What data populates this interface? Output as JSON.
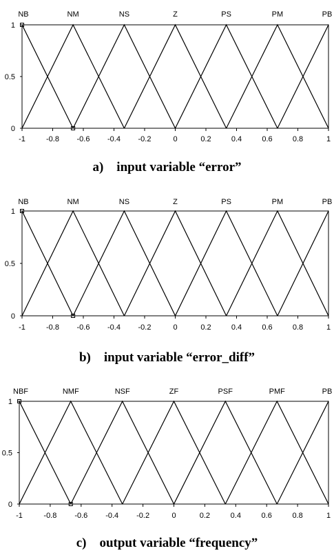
{
  "chart_data": [
    {
      "type": "line",
      "caption": "a)    input variable “error”",
      "x_ticks": [
        "-1",
        "-0.8",
        "-0.6",
        "-0.4",
        "-0.2",
        "0",
        "0.2",
        "0.4",
        "0.6",
        "0.8",
        "1"
      ],
      "y_ticks": [
        "0",
        "0.5",
        "1"
      ],
      "xlim": [
        -1,
        1
      ],
      "ylim": [
        0,
        1
      ],
      "membership_functions": [
        {
          "name": "NB",
          "points": [
            [
              -1.333,
              0
            ],
            [
              -1,
              1
            ],
            [
              -0.667,
              0
            ]
          ]
        },
        {
          "name": "NM",
          "points": [
            [
              -1,
              0
            ],
            [
              -0.667,
              1
            ],
            [
              -0.333,
              0
            ]
          ]
        },
        {
          "name": "NS",
          "points": [
            [
              -0.667,
              0
            ],
            [
              -0.333,
              1
            ],
            [
              0,
              0
            ]
          ]
        },
        {
          "name": "Z",
          "points": [
            [
              -0.333,
              0
            ],
            [
              0,
              1
            ],
            [
              0.333,
              0
            ]
          ]
        },
        {
          "name": "PS",
          "points": [
            [
              0,
              0
            ],
            [
              0.333,
              1
            ],
            [
              0.667,
              0
            ]
          ]
        },
        {
          "name": "PM",
          "points": [
            [
              0.333,
              0
            ],
            [
              0.667,
              1
            ],
            [
              1,
              0
            ]
          ]
        },
        {
          "name": "PB",
          "points": [
            [
              0.667,
              0
            ],
            [
              1,
              1
            ],
            [
              1.333,
              0
            ]
          ]
        }
      ],
      "markers": [
        [
          -1,
          1
        ],
        [
          -0.667,
          0
        ]
      ]
    },
    {
      "type": "line",
      "caption": "b)    input variable “error_diff”",
      "x_ticks": [
        "-1",
        "-0.8",
        "-0.6",
        "-0.4",
        "-0.2",
        "0",
        "0.2",
        "0.4",
        "0.6",
        "0.8",
        "1"
      ],
      "y_ticks": [
        "0",
        "0.5",
        "1"
      ],
      "xlim": [
        -1,
        1
      ],
      "ylim": [
        0,
        1
      ],
      "membership_functions": [
        {
          "name": "NB",
          "points": [
            [
              -1.333,
              0
            ],
            [
              -1,
              1
            ],
            [
              -0.667,
              0
            ]
          ]
        },
        {
          "name": "NM",
          "points": [
            [
              -1,
              0
            ],
            [
              -0.667,
              1
            ],
            [
              -0.333,
              0
            ]
          ]
        },
        {
          "name": "NS",
          "points": [
            [
              -0.667,
              0
            ],
            [
              -0.333,
              1
            ],
            [
              0,
              0
            ]
          ]
        },
        {
          "name": "Z",
          "points": [
            [
              -0.333,
              0
            ],
            [
              0,
              1
            ],
            [
              0.333,
              0
            ]
          ]
        },
        {
          "name": "PS",
          "points": [
            [
              0,
              0
            ],
            [
              0.333,
              1
            ],
            [
              0.667,
              0
            ]
          ]
        },
        {
          "name": "PM",
          "points": [
            [
              0.333,
              0
            ],
            [
              0.667,
              1
            ],
            [
              1,
              0
            ]
          ]
        },
        {
          "name": "PB",
          "points": [
            [
              0.667,
              0
            ],
            [
              1,
              1
            ],
            [
              1.333,
              0
            ]
          ]
        }
      ],
      "markers": [
        [
          -1,
          1
        ],
        [
          -0.667,
          0
        ]
      ]
    },
    {
      "type": "line",
      "caption": "c)    output variable “frequency”",
      "x_ticks": [
        "-1",
        "-0.8",
        "-0.6",
        "-0.4",
        "-0.2",
        "0",
        "0.2",
        "0.4",
        "0.6",
        "0.8",
        "1"
      ],
      "y_ticks": [
        "0",
        "0.5",
        "1"
      ],
      "xlim": [
        -1,
        1
      ],
      "ylim": [
        0,
        1
      ],
      "membership_functions": [
        {
          "name": "NBF",
          "points": [
            [
              -1.333,
              0
            ],
            [
              -1,
              1
            ],
            [
              -0.667,
              0
            ]
          ]
        },
        {
          "name": "NMF",
          "points": [
            [
              -1,
              0
            ],
            [
              -0.667,
              1
            ],
            [
              -0.333,
              0
            ]
          ]
        },
        {
          "name": "NSF",
          "points": [
            [
              -0.667,
              0
            ],
            [
              -0.333,
              1
            ],
            [
              0,
              0
            ]
          ]
        },
        {
          "name": "ZF",
          "points": [
            [
              -0.333,
              0
            ],
            [
              0,
              1
            ],
            [
              0.333,
              0
            ]
          ]
        },
        {
          "name": "PSF",
          "points": [
            [
              0,
              0
            ],
            [
              0.333,
              1
            ],
            [
              0.667,
              0
            ]
          ]
        },
        {
          "name": "PMF",
          "points": [
            [
              0.333,
              0
            ],
            [
              0.667,
              1
            ],
            [
              1,
              0
            ]
          ]
        },
        {
          "name": "PB",
          "points": [
            [
              0.667,
              0
            ],
            [
              1,
              1
            ],
            [
              1.333,
              0
            ]
          ]
        }
      ],
      "markers": [
        [
          -1,
          1
        ],
        [
          -0.667,
          0
        ]
      ]
    }
  ]
}
